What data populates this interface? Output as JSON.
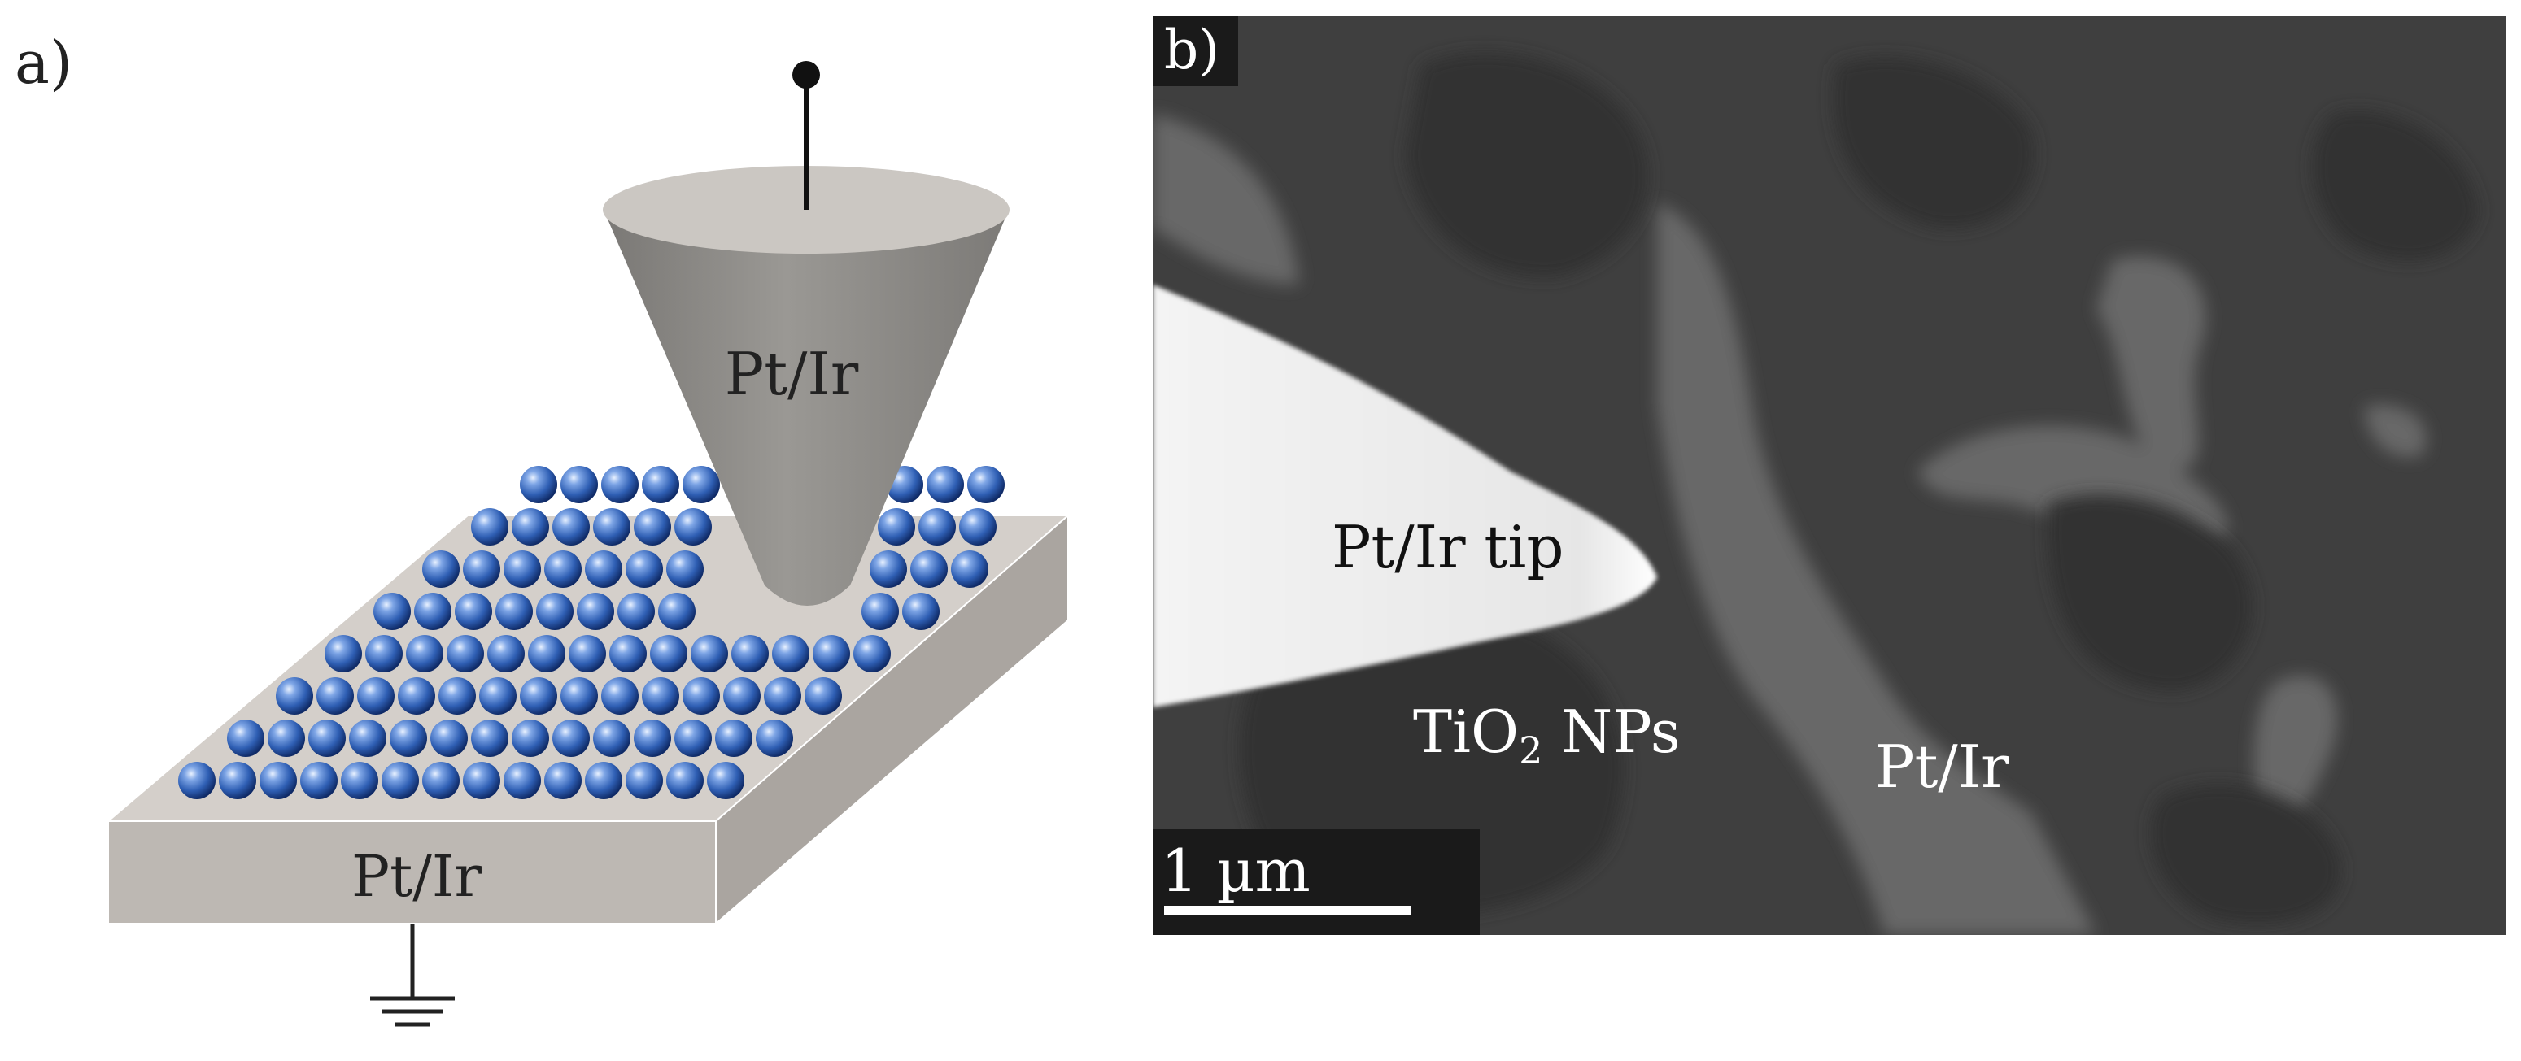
{
  "panel_a": {
    "label": "a)",
    "tip_label": "Pt/Ir",
    "substrate_label": "Pt/Ir",
    "colors": {
      "tip_body": "#8e8c89",
      "tip_top": "#cbc7c2",
      "substrate_top": "#d2cdc8",
      "substrate_front": "#bdb8b3",
      "substrate_side": "#a8a39e",
      "nanoparticle": "#3b6ec2"
    }
  },
  "panel_b": {
    "label": "b)",
    "tip_label": "Pt/Ir tip",
    "np_label_prefix": "TiO",
    "np_label_sub": "2",
    "np_label_suffix": " NPs",
    "substrate_label": "Pt/Ir",
    "scale_label": "1 µm"
  }
}
